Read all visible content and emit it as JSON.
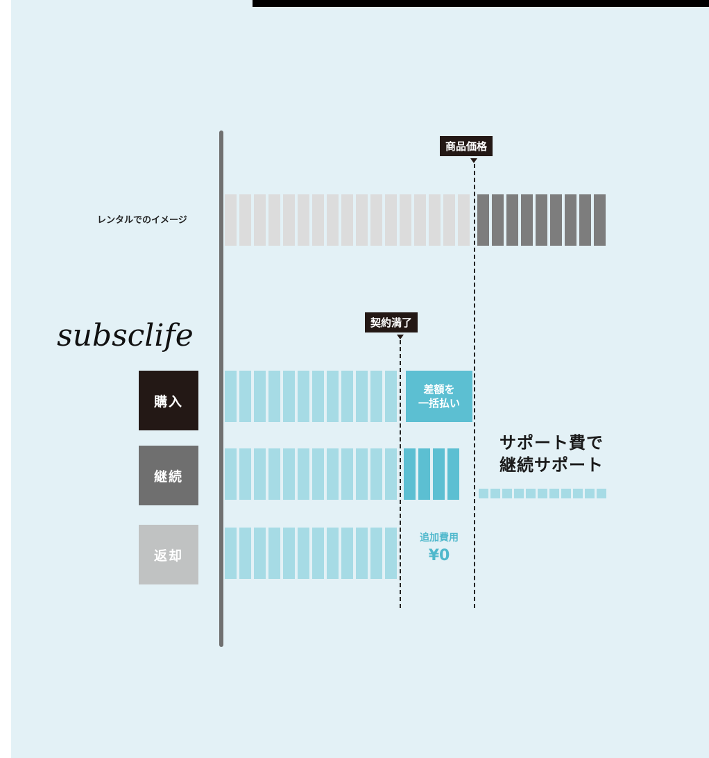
{
  "labels": {
    "rental_image": "レンタルでのイメージ",
    "brand": "subsclife"
  },
  "markers": {
    "product_price": "商品価格",
    "contract_end": "契約満了"
  },
  "options": {
    "purchase": "購入",
    "continue": "継続",
    "return": "返却"
  },
  "purchase_note": {
    "line1": "差額を",
    "line2": "一括払い"
  },
  "continue_note": {
    "line1": "サポート費で",
    "line2": "継続サポート"
  },
  "return_note": {
    "label": "追加費用",
    "value": "¥0"
  },
  "colors": {
    "panel_bg": "#e3f1f6",
    "rental_light": "#dcdcdc",
    "rental_dark": "#7d7d7d",
    "teal_light": "#a6dbe5",
    "teal_mid": "#5cbfd2",
    "teal_dark": "#3fb0c6",
    "purchase_box": "#231815",
    "continue_box": "#6f6f6f",
    "return_box": "#c0c2c2"
  }
}
